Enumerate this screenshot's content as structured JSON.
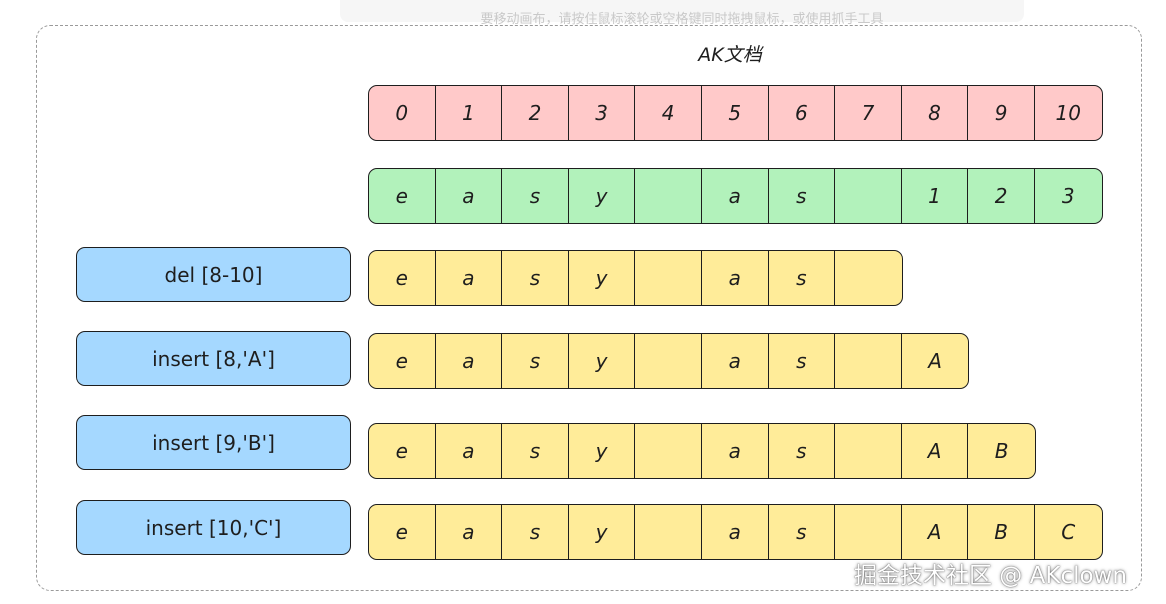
{
  "hint": "要移动画布，请按住鼠标滚轮或空格键同时拖拽鼠标，或使用抓手工具",
  "title": "AK文档",
  "rows": [
    {
      "op": "",
      "color": "#ffc9c9",
      "cells": [
        "0",
        "1",
        "2",
        "3",
        "4",
        "5",
        "6",
        "7",
        "8",
        "9",
        "10"
      ]
    },
    {
      "op": "",
      "color": "#b2f2bb",
      "cells": [
        "e",
        "a",
        "s",
        "y",
        "",
        "a",
        "s",
        "",
        "1",
        "2",
        "3"
      ]
    },
    {
      "op": "del [8-10]",
      "color": "#ffec99",
      "cells": [
        "e",
        "a",
        "s",
        "y",
        "",
        "a",
        "s",
        ""
      ]
    },
    {
      "op": "insert [8,'A']",
      "color": "#ffec99",
      "cells": [
        "e",
        "a",
        "s",
        "y",
        "",
        "a",
        "s",
        "",
        "A"
      ]
    },
    {
      "op": "insert [9,'B']",
      "color": "#ffec99",
      "cells": [
        "e",
        "a",
        "s",
        "y",
        "",
        "a",
        "s",
        "",
        "A",
        "B"
      ]
    },
    {
      "op": "insert [10,'C']",
      "color": "#ffec99",
      "cells": [
        "e",
        "a",
        "s",
        "y",
        "",
        "a",
        "s",
        "",
        "A",
        "B",
        "C"
      ]
    }
  ],
  "watermark": "掘金技术社区 @ AKclown"
}
